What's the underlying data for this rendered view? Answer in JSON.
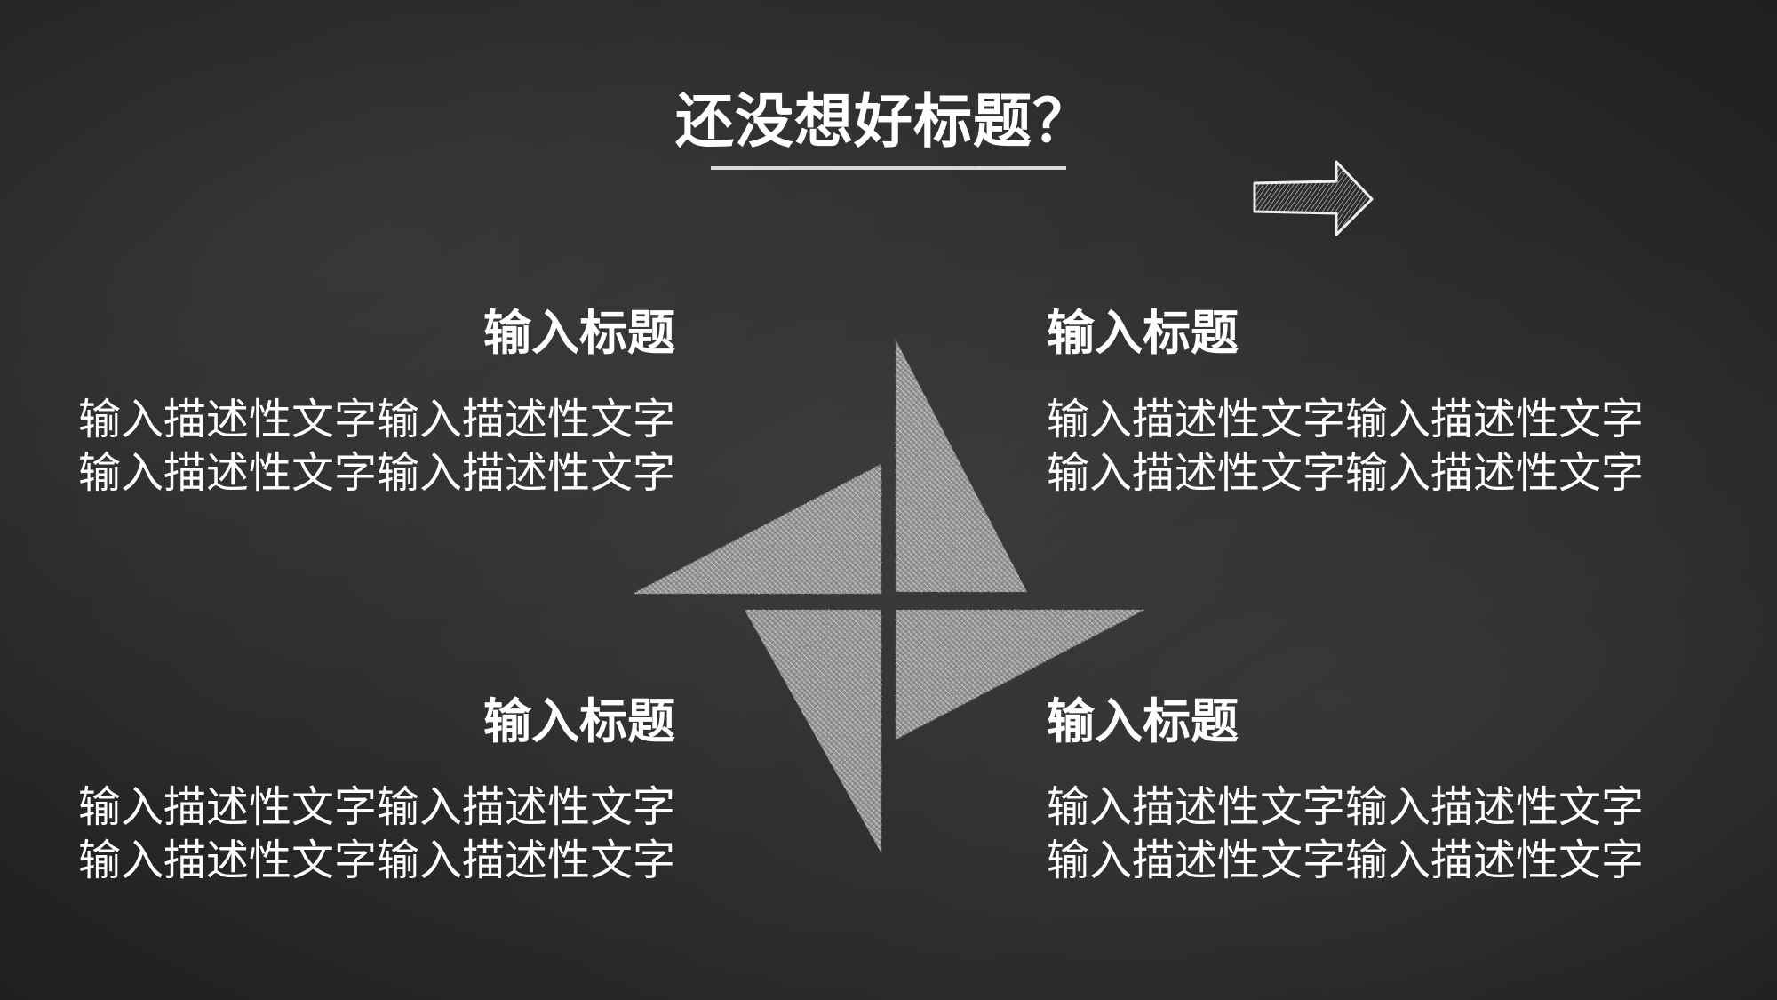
{
  "slide": {
    "title": "还没想好标题？",
    "sections": [
      {
        "heading": "输入标题",
        "lines": [
          "输入描述性文字输入描述性文字",
          "输入描述性文字输入描述性文字"
        ]
      },
      {
        "heading": "输入标题",
        "lines": [
          "输入描述性文字输入描述性文字",
          "输入描述性文字输入描述性文字"
        ]
      },
      {
        "heading": "输入标题",
        "lines": [
          "输入描述性文字输入描述性文字",
          "输入描述性文字输入描述性文字"
        ]
      },
      {
        "heading": "输入标题",
        "lines": [
          "输入描述性文字输入描述性文字",
          "输入描述性文字输入描述性文字"
        ]
      }
    ]
  },
  "icons": {
    "arrow": "right-arrow-icon",
    "center": "pinwheel-icon"
  },
  "colors": {
    "background": "#2b2b2b",
    "chalk": "#ffffff",
    "chalk_fill": "#bdbdbd"
  }
}
